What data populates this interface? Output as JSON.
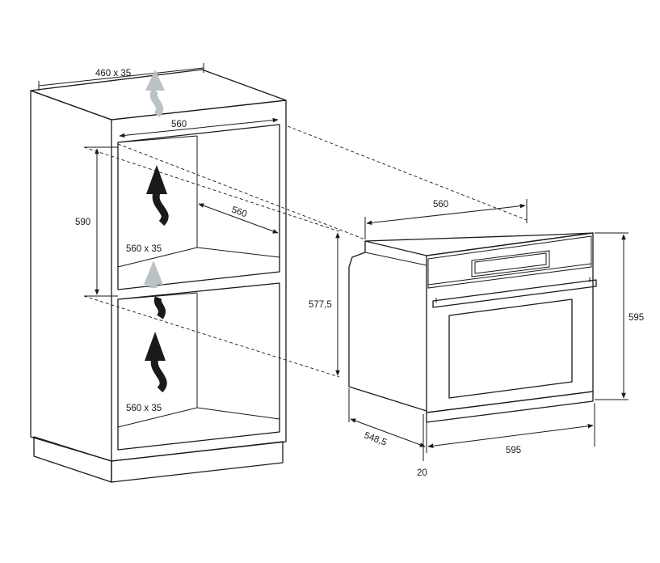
{
  "cabinet": {
    "vent_top": "460 x 35",
    "inner_width": "560",
    "niche_height": "590",
    "niche_depth": "560",
    "vent_mid": "560 x 35",
    "vent_bottom": "560 x 35"
  },
  "oven": {
    "width_top": "560",
    "height_body": "577,5",
    "height_total": "595",
    "depth": "548,5",
    "width_front": "595",
    "front_thickness": "20"
  },
  "colors": {
    "line": "#1a1a1a",
    "airflow_dark": "#1a1a1a",
    "airflow_light": "#b9c3c6"
  }
}
